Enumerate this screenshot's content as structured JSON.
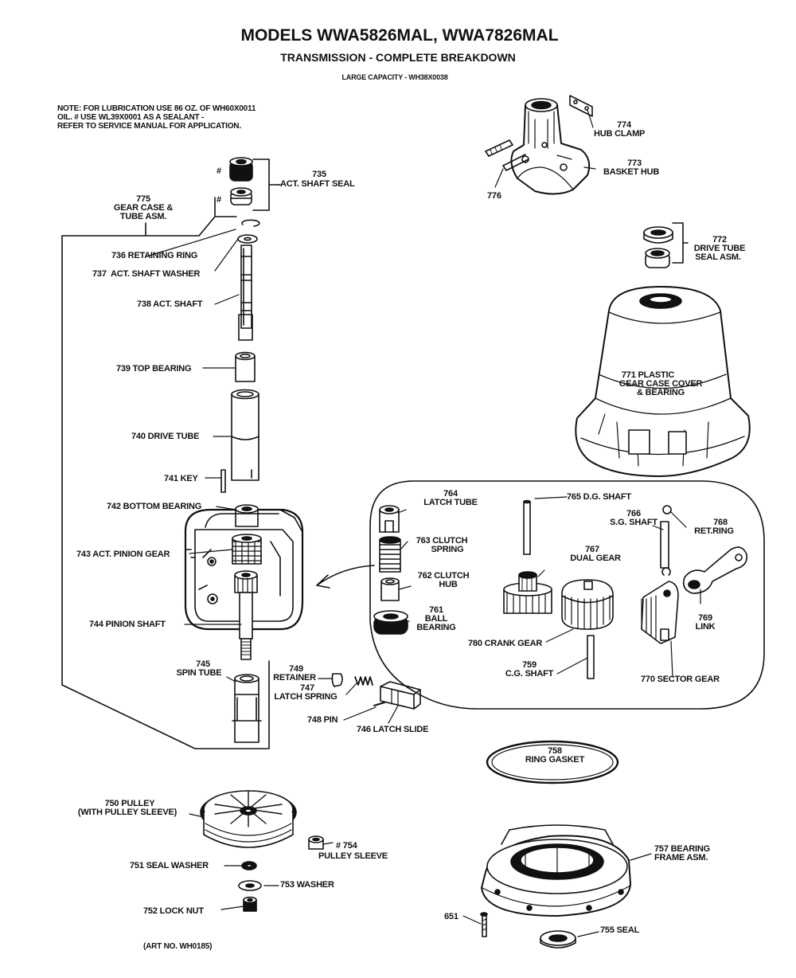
{
  "header": {
    "title": "MODELS WWA5826MAL, WWA7826MAL",
    "subtitle": "TRANSMISSION - COMPLETE BREAKDOWN",
    "capacity": "LARGE CAPACITY - WH38X0038"
  },
  "note": [
    "NOTE: FOR LUBRICATION USE 86 OZ. OF WH60X0011",
    "OIL. # USE WL39X0001 AS A SEALANT -",
    "REFER TO SERVICE MANUAL FOR APPLICATION."
  ],
  "labels": {
    "l735": [
      "735",
      "ACT. SHAFT SEAL"
    ],
    "hash1": "#",
    "hash2": "#",
    "l775": [
      "775",
      "GEAR CASE &",
      "TUBE ASM."
    ],
    "l736": "736 RETAINING RING",
    "l737": "737  ACT. SHAFT WASHER",
    "l738": "738 ACT. SHAFT",
    "l739": "739 TOP BEARING",
    "l740": "740 DRIVE TUBE",
    "l741": "741 KEY",
    "l742": "742 BOTTOM BEARING",
    "l743": "743 ACT. PINION GEAR",
    "l744": "744 PINION SHAFT",
    "l745": [
      "745",
      "SPIN TUBE"
    ],
    "l749": [
      "749",
      "RETAINER"
    ],
    "l747": [
      "747",
      "LATCH SPRING"
    ],
    "l748": "748 PIN",
    "l746": "746 LATCH SLIDE",
    "l774": [
      "774",
      "HUB CLAMP"
    ],
    "l773": [
      "773",
      "BASKET HUB"
    ],
    "l776": "776",
    "l772": [
      "772",
      "DRIVE TUBE",
      "SEAL ASM."
    ],
    "l771": [
      "771 PLASTIC",
      "GEAR CASE COVER",
      "& BEARING"
    ],
    "l764": [
      "764",
      "LATCH TUBE"
    ],
    "l763": [
      "763 CLUTCH",
      "SPRING"
    ],
    "l762": [
      "762 CLUTCH",
      "HUB"
    ],
    "l761": [
      "761",
      "BALL",
      "BEARING"
    ],
    "l765": "765 D.G. SHAFT",
    "l766": [
      "766",
      "S.G. SHAFT"
    ],
    "l768": [
      "768",
      "RET.RING"
    ],
    "l767": [
      "767",
      "DUAL GEAR"
    ],
    "l769": [
      "769",
      "LINK"
    ],
    "l780": "780 CRANK GEAR",
    "l759": [
      "759",
      "C.G. SHAFT"
    ],
    "l770": "770 SECTOR GEAR",
    "l758": [
      "758",
      "RING GASKET"
    ],
    "l750": [
      "750 PULLEY",
      "(WITH PULLEY SLEEVE)"
    ],
    "l754": [
      "# 754",
      "PULLEY SLEEVE"
    ],
    "l751": "751 SEAL WASHER",
    "l753": "753 WASHER",
    "l752": "752 LOCK NUT",
    "l757": [
      "757 BEARING",
      "FRAME ASM."
    ],
    "l651": "651",
    "l755": "755 SEAL"
  },
  "footer": "(ART NO. WH0185)"
}
